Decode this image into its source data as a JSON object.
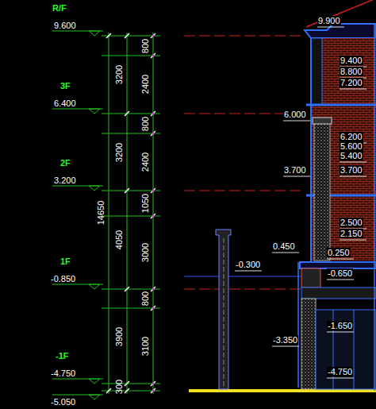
{
  "diagram": {
    "labels": [
      "R/F",
      "9.600",
      "3F",
      "6.400",
      "2F",
      "3.200",
      "1F",
      "-0.850",
      "-1F",
      "-4.750",
      "-5.050",
      "800",
      "3200",
      "2400",
      "800",
      "3200",
      "2400",
      "1050",
      "14650",
      "4050",
      "3000",
      "800",
      "3900",
      "3100",
      "300",
      "9.900",
      "9.400",
      "8.800",
      "7.200",
      "6.000",
      "6.200",
      "5.600",
      "5.400",
      "3.700",
      "3.700",
      "2.500",
      "2.150",
      "0.450",
      "0.250",
      "-0.300",
      "-0.650",
      "-1.650",
      "-3.350",
      "-4.750"
    ]
  }
}
